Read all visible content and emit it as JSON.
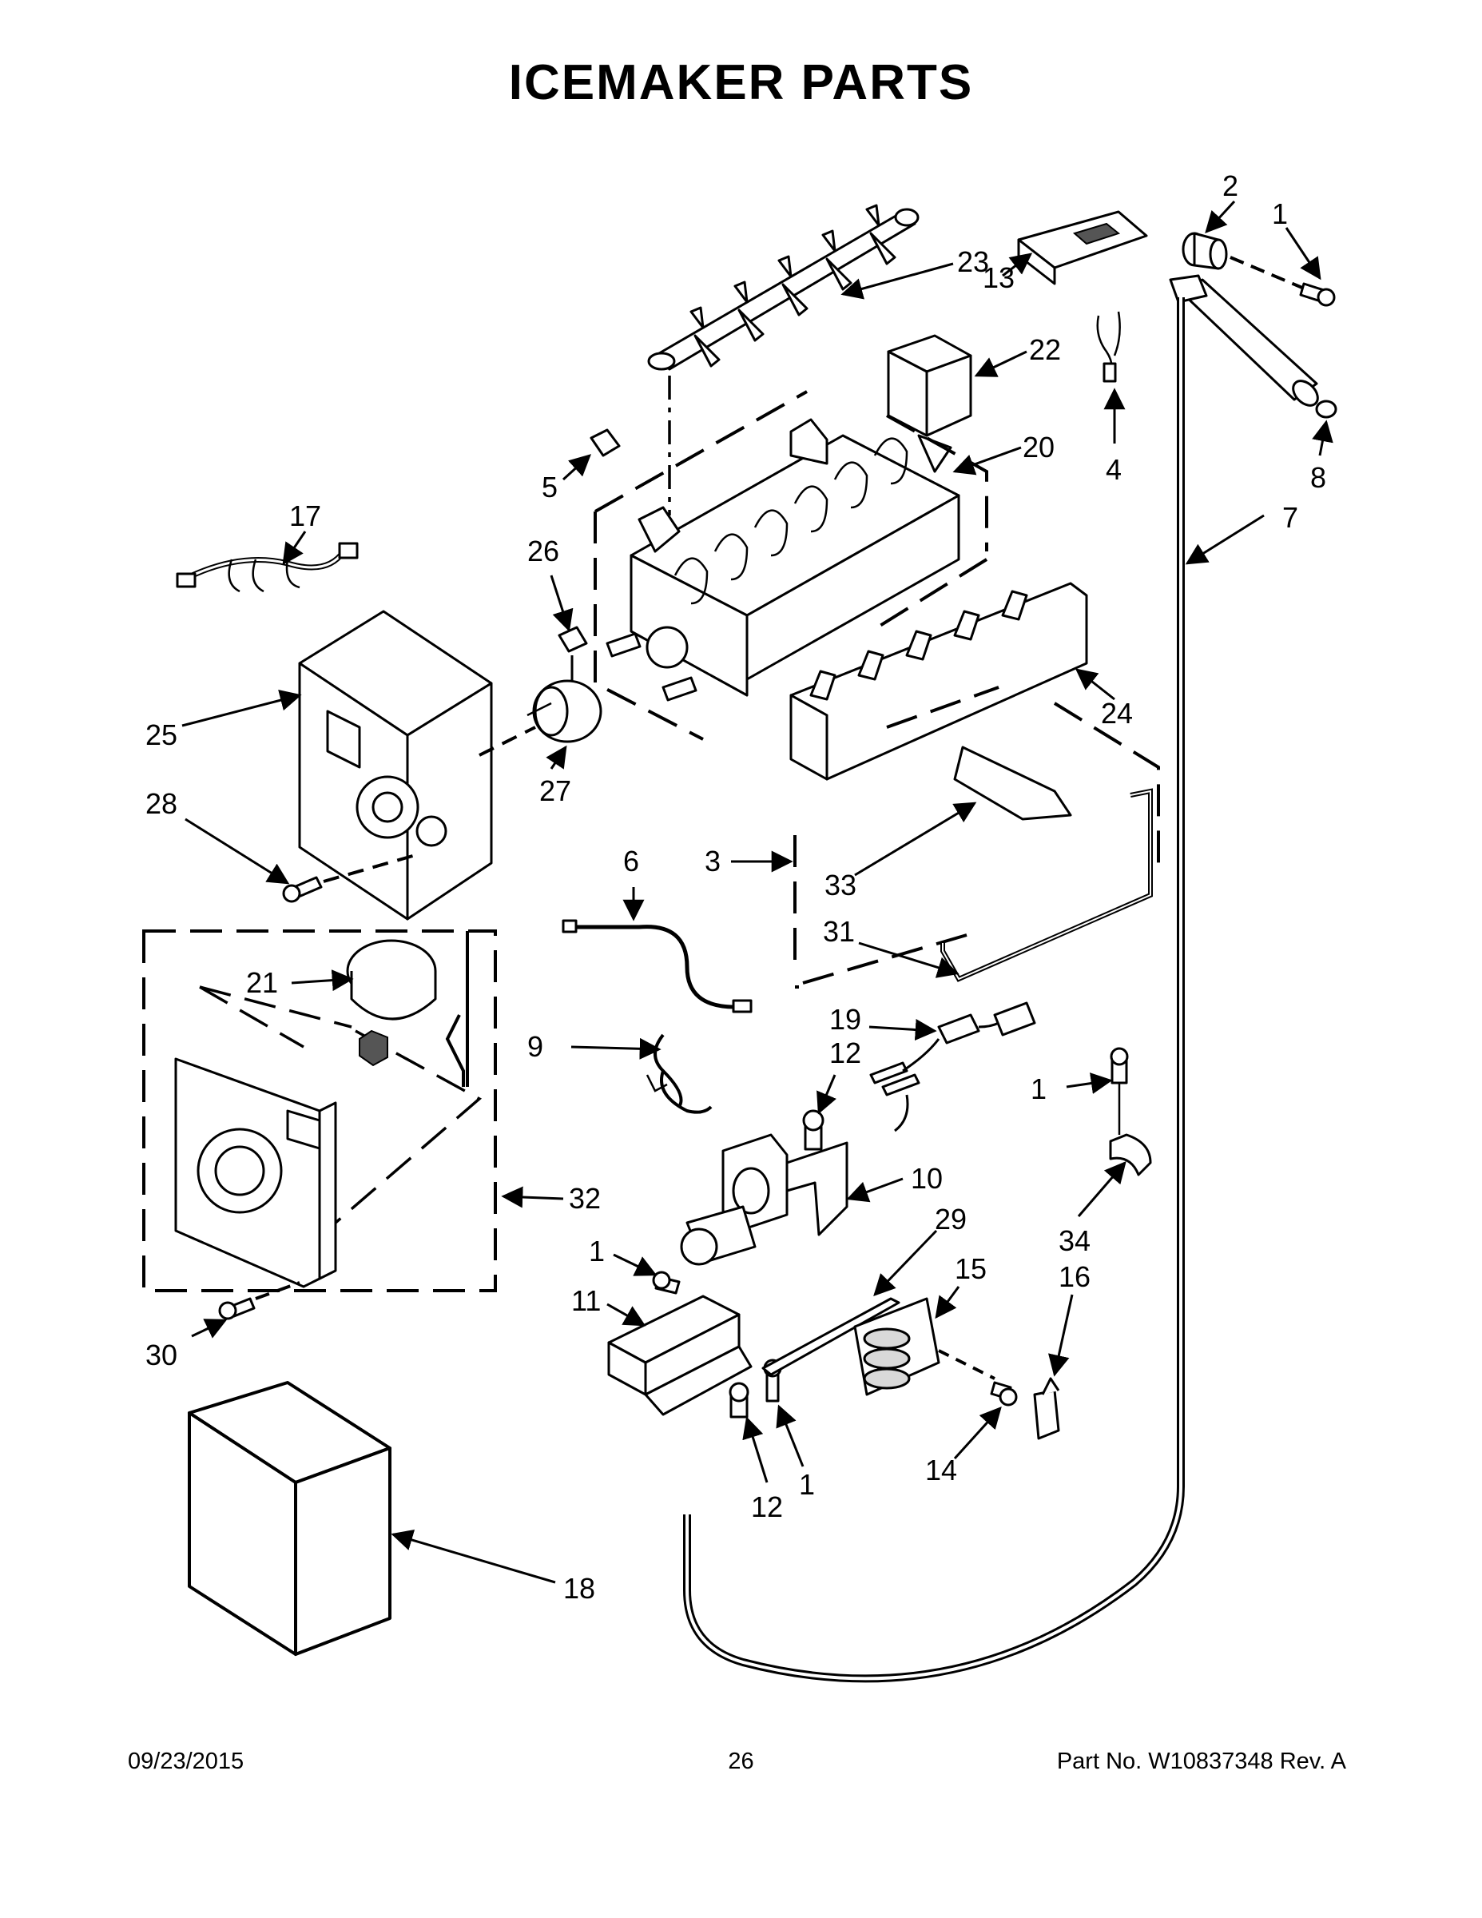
{
  "title": "ICEMAKER PARTS",
  "footer": {
    "date": "09/23/2015",
    "page": "26",
    "part": "Part No.  W10837348  Rev.  A"
  },
  "callouts": [
    {
      "id": "c2",
      "label": "2"
    },
    {
      "id": "c1a",
      "label": "1"
    },
    {
      "id": "c23",
      "label": "23"
    },
    {
      "id": "c13",
      "label": "13"
    },
    {
      "id": "c22",
      "label": "22"
    },
    {
      "id": "c4",
      "label": "4"
    },
    {
      "id": "c8",
      "label": "8"
    },
    {
      "id": "c7",
      "label": "7"
    },
    {
      "id": "c20",
      "label": "20"
    },
    {
      "id": "c5",
      "label": "5"
    },
    {
      "id": "c17",
      "label": "17"
    },
    {
      "id": "c26",
      "label": "26"
    },
    {
      "id": "c25",
      "label": "25"
    },
    {
      "id": "c27",
      "label": "27"
    },
    {
      "id": "c24",
      "label": "24"
    },
    {
      "id": "c28",
      "label": "28"
    },
    {
      "id": "c6",
      "label": "6"
    },
    {
      "id": "c3",
      "label": "3"
    },
    {
      "id": "c33",
      "label": "33"
    },
    {
      "id": "c31",
      "label": "31"
    },
    {
      "id": "c21",
      "label": "21"
    },
    {
      "id": "c9",
      "label": "9"
    },
    {
      "id": "c19",
      "label": "19"
    },
    {
      "id": "c12a",
      "label": "12"
    },
    {
      "id": "c1b",
      "label": "1"
    },
    {
      "id": "c10",
      "label": "10"
    },
    {
      "id": "c32",
      "label": "32"
    },
    {
      "id": "c29",
      "label": "29"
    },
    {
      "id": "c15",
      "label": "15"
    },
    {
      "id": "c34",
      "label": "34"
    },
    {
      "id": "c16",
      "label": "16"
    },
    {
      "id": "c1c",
      "label": "1"
    },
    {
      "id": "c11",
      "label": "11"
    },
    {
      "id": "c30",
      "label": "30"
    },
    {
      "id": "c14",
      "label": "14"
    },
    {
      "id": "c12b",
      "label": "12"
    },
    {
      "id": "c1d",
      "label": "1"
    },
    {
      "id": "c18",
      "label": "18"
    }
  ]
}
